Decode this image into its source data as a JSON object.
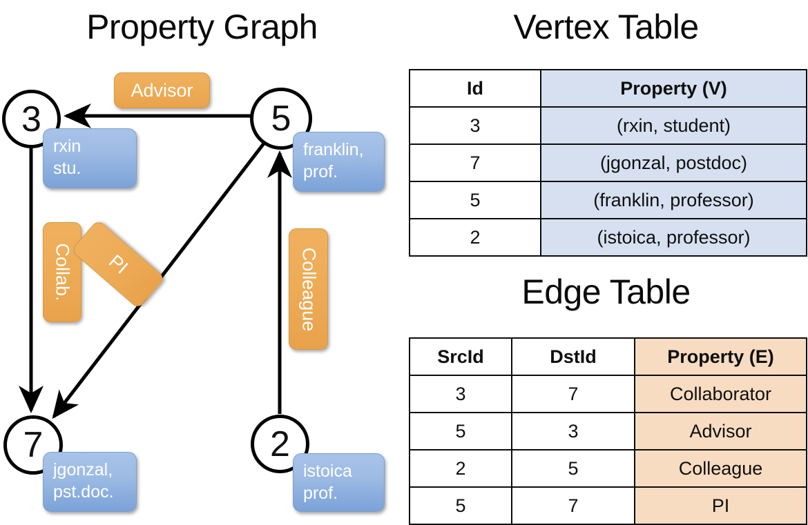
{
  "titles": {
    "property_graph": "Property Graph",
    "vertex_table": "Vertex Table",
    "edge_table": "Edge Table"
  },
  "graph": {
    "nodes": [
      {
        "id": "3",
        "label": "3",
        "name_line1": "rxin",
        "name_line2": "stu."
      },
      {
        "id": "5",
        "label": "5",
        "name_line1": "franklin,",
        "name_line2": "prof."
      },
      {
        "id": "7",
        "label": "7",
        "name_line1": "jgonzal,",
        "name_line2": "pst.doc."
      },
      {
        "id": "2",
        "label": "2",
        "name_line1": "istoica",
        "name_line2": "prof."
      }
    ],
    "edge_labels": [
      {
        "key": "advisor",
        "text": "Advisor"
      },
      {
        "key": "collab",
        "text": "Collab."
      },
      {
        "key": "pi",
        "text": "PI"
      },
      {
        "key": "colleague",
        "text": "Colleague"
      }
    ],
    "edges": [
      {
        "from": "5",
        "to": "3",
        "label": "Advisor"
      },
      {
        "from": "3",
        "to": "7",
        "label": "Collab."
      },
      {
        "from": "5",
        "to": "7",
        "label": "PI"
      },
      {
        "from": "2",
        "to": "5",
        "label": "Colleague"
      }
    ]
  },
  "vertex_table": {
    "headers": [
      "Id",
      "Property (V)"
    ],
    "rows": [
      {
        "id": "3",
        "property": "(rxin, student)"
      },
      {
        "id": "7",
        "property": "(jgonzal, postdoc)"
      },
      {
        "id": "5",
        "property": "(franklin, professor)"
      },
      {
        "id": "2",
        "property": "(istoica, professor)"
      }
    ]
  },
  "edge_table": {
    "headers": [
      "SrcId",
      "DstId",
      "Property (E)"
    ],
    "rows": [
      {
        "src": "3",
        "dst": "7",
        "property": "Collaborator"
      },
      {
        "src": "5",
        "dst": "3",
        "property": "Advisor"
      },
      {
        "src": "2",
        "dst": "5",
        "property": "Colleague"
      },
      {
        "src": "5",
        "dst": "7",
        "property": "PI"
      }
    ]
  },
  "colors": {
    "vertex_property_fill": "#d6e0f0",
    "edge_property_fill": "#f7dcc1",
    "node_box_blue": "#9dbbe4",
    "edge_label_orange": "#eeac57",
    "stroke": "#000000",
    "background": "#ffffff"
  }
}
